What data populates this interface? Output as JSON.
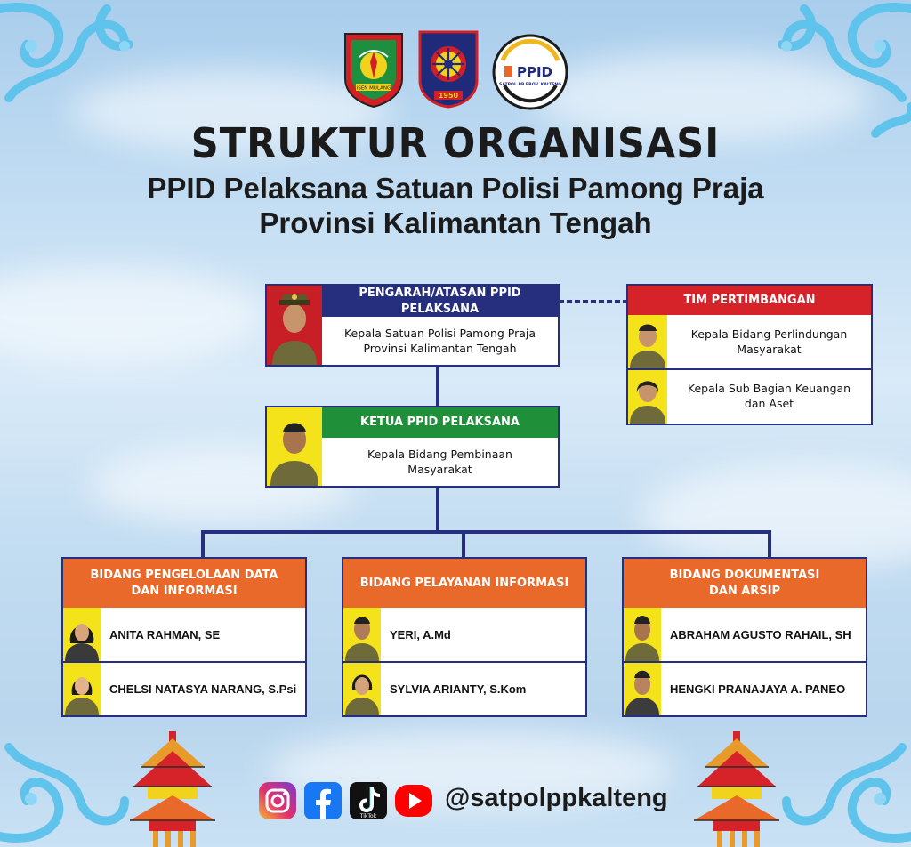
{
  "title": {
    "main": "STRUKTUR ORGANISASI",
    "line1": "PPID Pelaksana Satuan Polisi Pamong Praja",
    "line2": "Provinsi Kalimantan Tengah"
  },
  "logos": {
    "kalteng_banner": "ISEN MULANG",
    "satpol_year": "1950",
    "ppid_text": "PPID",
    "ppid_sub": "SATPOL PP PROV. KALTENG"
  },
  "pengarah": {
    "header": "PENGARAH/ATASAN PPID PELAKSANA",
    "line1": "Kepala Satuan Polisi Pamong Praja",
    "line2": "Provinsi Kalimantan Tengah"
  },
  "tim": {
    "header": "TIM PERTIMBANGAN",
    "member1_line1": "Kepala Bidang Perlindungan",
    "member1_line2": "Masyarakat",
    "member2_line1": "Kepala Sub Bagian Keuangan",
    "member2_line2": "dan Aset"
  },
  "ketua": {
    "header": "KETUA PPID PELAKSANA",
    "line1": "Kepala Bidang Pembinaan",
    "line2": "Masyarakat"
  },
  "bidang": [
    {
      "header_line1": "BIDANG PENGELOLAAN DATA",
      "header_line2": "DAN INFORMASI",
      "member1": "ANITA RAHMAN, SE",
      "member2": "CHELSI NATASYA NARANG, S.Psi"
    },
    {
      "header_line1": "BIDANG PELAYANAN INFORMASI",
      "header_line2": "",
      "member1": "YERI, A.Md",
      "member2": "SYLVIA ARIANTY, S.Kom"
    },
    {
      "header_line1": "BIDANG DOKUMENTASI",
      "header_line2": "DAN ARSIP",
      "member1": "ABRAHAM AGUSTO RAHAIL, SH",
      "member2": "HENGKI PRANAJAYA A. PANEO"
    }
  ],
  "social": {
    "icons": [
      "instagram-icon",
      "facebook-icon",
      "tiktok-icon",
      "youtube-icon"
    ],
    "tiktok_label": "TikTok",
    "handle": "@satpolppkalteng"
  },
  "colors": {
    "navy": "#262f7e",
    "red_header": "#d6232a",
    "green_header": "#1f8f3a",
    "orange_header": "#e8692a",
    "photo_bg_red": "#c81e25",
    "photo_bg_yellow": "#f4e21a"
  }
}
